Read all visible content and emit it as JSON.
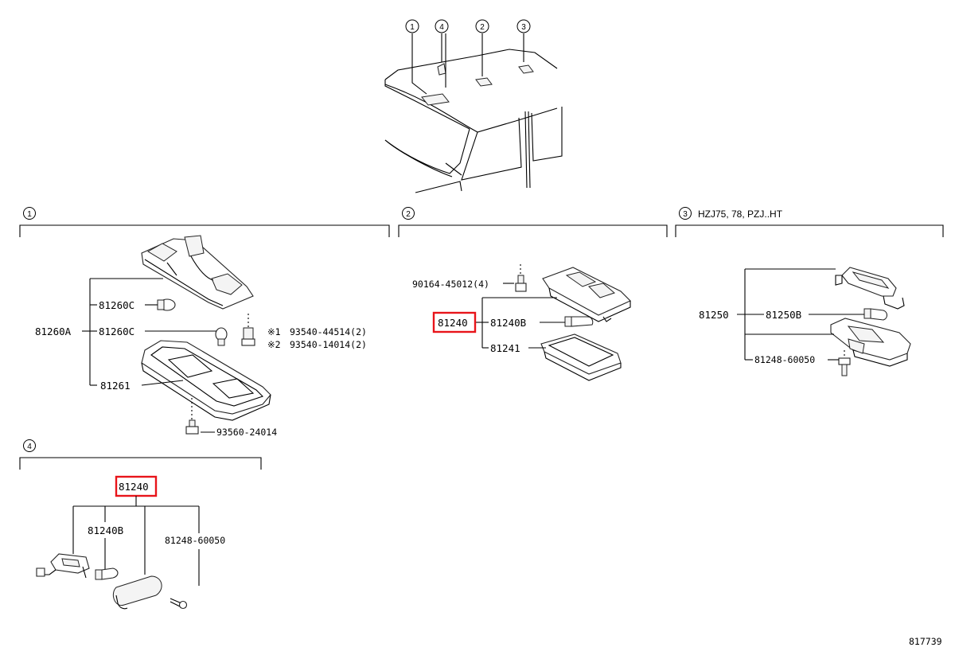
{
  "diagram": {
    "figure_number": "817739",
    "vehicle_callouts": [
      "1",
      "4",
      "2",
      "3"
    ],
    "sections": [
      {
        "id": "1",
        "title": ""
      },
      {
        "id": "2",
        "title": ""
      },
      {
        "id": "3",
        "title": "HZJ75, 78, PZJ..HT"
      },
      {
        "id": "4",
        "title": ""
      }
    ],
    "section1": {
      "assembly": "81260A",
      "bulb_a": "81260C",
      "bulb_b": "81260C",
      "lens": "81261",
      "screw_bottom": "93560-24014",
      "note1_mark": "※1",
      "note1_part": "93540-44514(2)",
      "note2_mark": "※2",
      "note2_part": "93540-14014(2)"
    },
    "section2": {
      "screw": "90164-45012(4)",
      "assembly": "81240",
      "bulb": "81240B",
      "lens": "81241"
    },
    "section3": {
      "assembly": "81250",
      "bulb": "81250B",
      "screw": "81248-60050"
    },
    "section4": {
      "assembly": "81240",
      "bulb": "81240B",
      "screw": "81248-60050"
    },
    "colors": {
      "highlight": "#e8141a",
      "line": "#000000"
    }
  }
}
